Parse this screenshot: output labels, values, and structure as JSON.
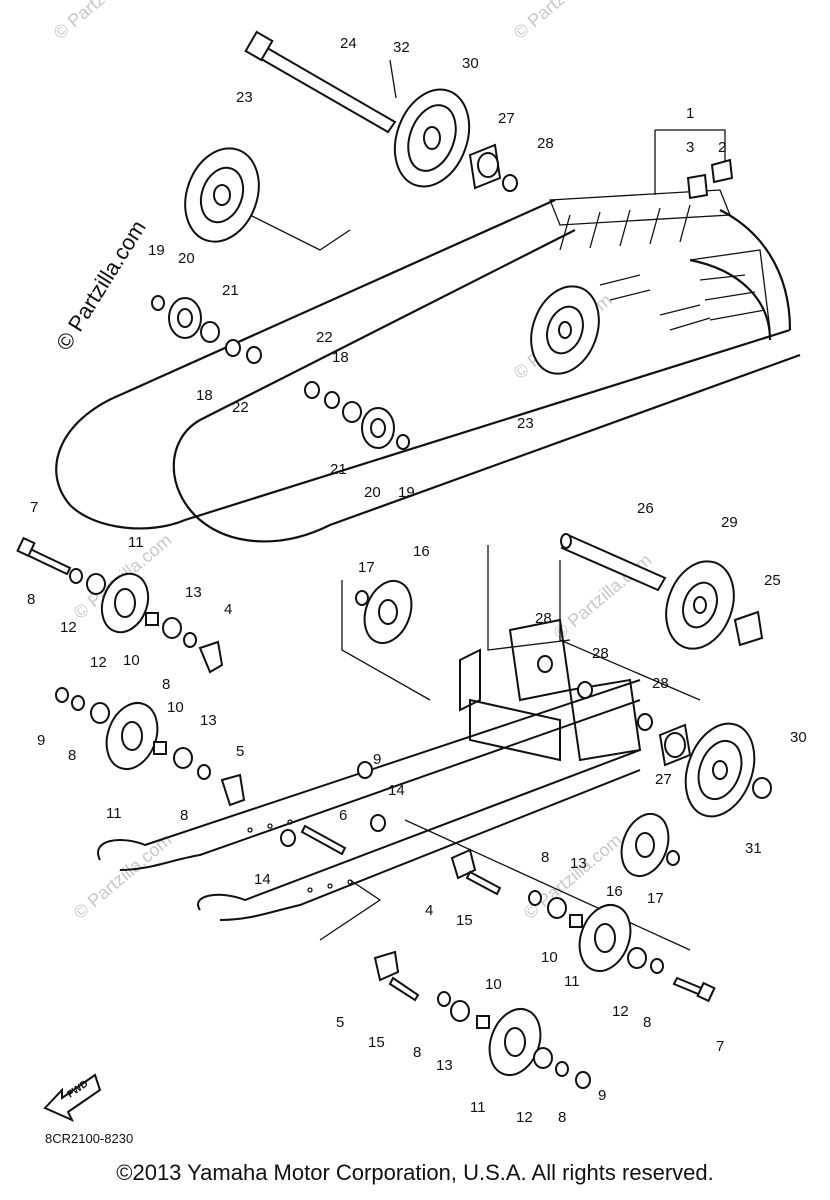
{
  "watermark": "© Partzilla.com",
  "diagram_code": "8CR2100-8230",
  "fwd_label": "FWD",
  "copyright": "©2013  Yamaha Motor Corporation, U.S.A. All rights reserved.",
  "callouts": [
    {
      "id": "c24",
      "text": "24"
    },
    {
      "id": "c32",
      "text": "32"
    },
    {
      "id": "c30a",
      "text": "30"
    },
    {
      "id": "c23a",
      "text": "23"
    },
    {
      "id": "c27a",
      "text": "27"
    },
    {
      "id": "c28a",
      "text": "28"
    },
    {
      "id": "c1",
      "text": "1"
    },
    {
      "id": "c3",
      "text": "3"
    },
    {
      "id": "c2",
      "text": "2"
    },
    {
      "id": "c19a",
      "text": "19"
    },
    {
      "id": "c20a",
      "text": "20"
    },
    {
      "id": "c21a",
      "text": "21"
    },
    {
      "id": "c18a",
      "text": "18"
    },
    {
      "id": "c22a",
      "text": "22"
    },
    {
      "id": "c22b",
      "text": "22"
    },
    {
      "id": "c18b",
      "text": "18"
    },
    {
      "id": "c23b",
      "text": "23"
    },
    {
      "id": "c21b",
      "text": "21"
    },
    {
      "id": "c20b",
      "text": "20"
    },
    {
      "id": "c19b",
      "text": "19"
    },
    {
      "id": "c7a",
      "text": "7"
    },
    {
      "id": "c11a",
      "text": "11"
    },
    {
      "id": "c8a",
      "text": "8"
    },
    {
      "id": "c12a",
      "text": "12"
    },
    {
      "id": "c13a",
      "text": "13"
    },
    {
      "id": "c4a",
      "text": "4"
    },
    {
      "id": "c10a",
      "text": "10"
    },
    {
      "id": "c8b",
      "text": "8"
    },
    {
      "id": "c17a",
      "text": "17"
    },
    {
      "id": "c16a",
      "text": "16"
    },
    {
      "id": "c26",
      "text": "26"
    },
    {
      "id": "c29",
      "text": "29"
    },
    {
      "id": "c25",
      "text": "25"
    },
    {
      "id": "c28b",
      "text": "28"
    },
    {
      "id": "c28c",
      "text": "28"
    },
    {
      "id": "c28d",
      "text": "28"
    },
    {
      "id": "c12b",
      "text": "12"
    },
    {
      "id": "c9a",
      "text": "9"
    },
    {
      "id": "c8c",
      "text": "8"
    },
    {
      "id": "c10b",
      "text": "10"
    },
    {
      "id": "c13b",
      "text": "13"
    },
    {
      "id": "c11b",
      "text": "11"
    },
    {
      "id": "c5a",
      "text": "5"
    },
    {
      "id": "c8d",
      "text": "8"
    },
    {
      "id": "c9b",
      "text": "9"
    },
    {
      "id": "c14a",
      "text": "14"
    },
    {
      "id": "c30b",
      "text": "30"
    },
    {
      "id": "c27b",
      "text": "27"
    },
    {
      "id": "c31",
      "text": "31"
    },
    {
      "id": "c6",
      "text": "6"
    },
    {
      "id": "c14b",
      "text": "14"
    },
    {
      "id": "c8e",
      "text": "8"
    },
    {
      "id": "c13c",
      "text": "13"
    },
    {
      "id": "c16b",
      "text": "16"
    },
    {
      "id": "c17b",
      "text": "17"
    },
    {
      "id": "c4b",
      "text": "4"
    },
    {
      "id": "c15a",
      "text": "15"
    },
    {
      "id": "c10c",
      "text": "10"
    },
    {
      "id": "c11c",
      "text": "11"
    },
    {
      "id": "c12c",
      "text": "12"
    },
    {
      "id": "c8f",
      "text": "8"
    },
    {
      "id": "c7b",
      "text": "7"
    },
    {
      "id": "c5b",
      "text": "5"
    },
    {
      "id": "c15b",
      "text": "15"
    },
    {
      "id": "c8g",
      "text": "8"
    },
    {
      "id": "c13d",
      "text": "13"
    },
    {
      "id": "c10d",
      "text": "10"
    },
    {
      "id": "c11d",
      "text": "11"
    },
    {
      "id": "c12d",
      "text": "12"
    },
    {
      "id": "c8h",
      "text": "8"
    },
    {
      "id": "c9c",
      "text": "9"
    }
  ]
}
